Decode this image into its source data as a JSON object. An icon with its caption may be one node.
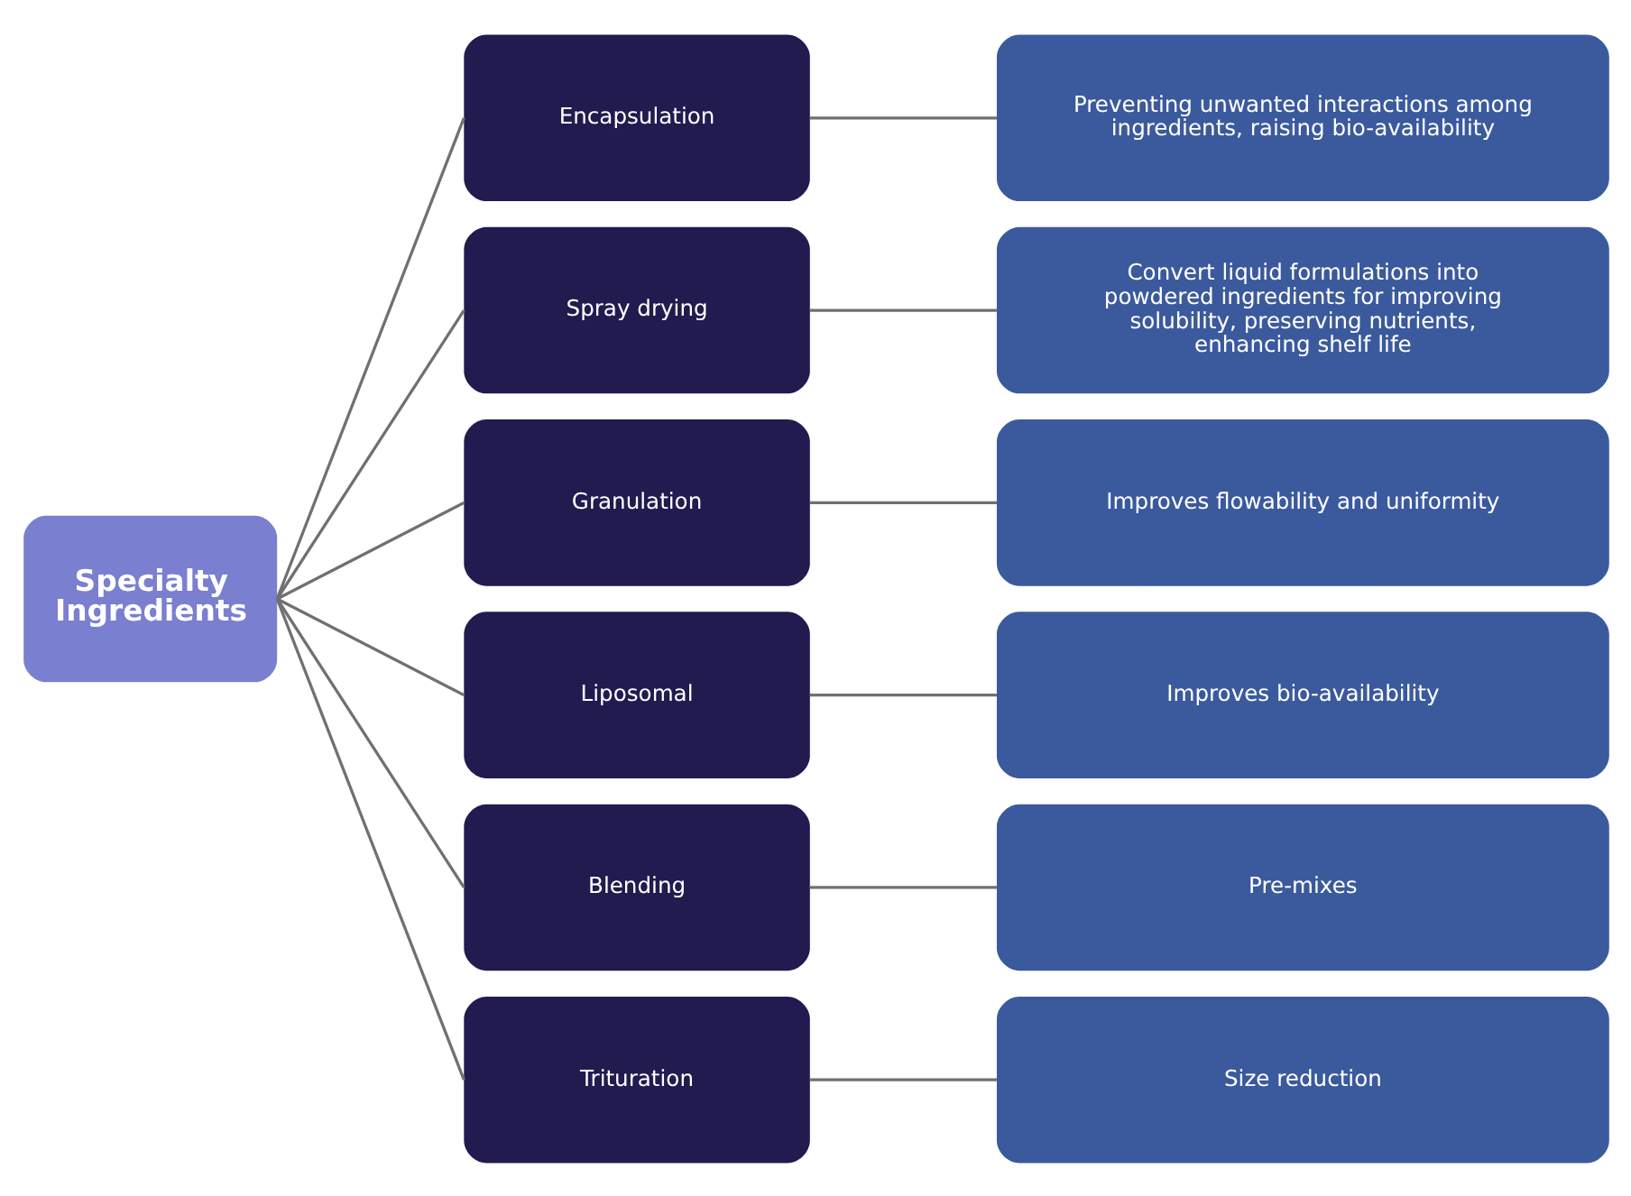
{
  "diagram": {
    "nodes": [
      {
        "text": [
          "Specialty Ingredients"
        ]
      },
      {
        "text": [
          "Encapsulation"
        ]
      },
      {
        "text": [
          "Spray drying"
        ]
      },
      {
        "text": [
          "Granulation"
        ]
      },
      {
        "text": [
          "Liposomal"
        ]
      },
      {
        "text": [
          "Blending"
        ]
      },
      {
        "text": [
          "Trituration"
        ]
      },
      {
        "text": [
          "Preventing unwanted interactions among ingredients, raising bio-availability"
        ]
      },
      {
        "text": [
          "Convert liquid formulations into powdered ingredients for improving solubility, preserving nutrients, enhancing shelf life"
        ]
      },
      {
        "text": [
          "Improves flowability and uniformity"
        ]
      },
      {
        "text": [
          "Improves bio-availability"
        ]
      },
      {
        "text": [
          "Pre-mixes"
        ]
      },
      {
        "text": [
          "Size reduction"
        ]
      }
    ],
    "edges": [
      {
        "from": 0,
        "to": 1,
        "arrow": "none"
      },
      {
        "from": 0,
        "to": 2,
        "arrow": "none"
      },
      {
        "from": 0,
        "to": 3,
        "arrow": "none"
      },
      {
        "from": 0,
        "to": 4,
        "arrow": "none"
      },
      {
        "from": 0,
        "to": 5,
        "arrow": "none"
      },
      {
        "from": 0,
        "to": 6,
        "arrow": "none"
      },
      {
        "from": 1,
        "to": 7,
        "arrow": "none"
      },
      {
        "from": 2,
        "to": 8,
        "arrow": "none"
      },
      {
        "from": 3,
        "to": 9,
        "arrow": "none"
      },
      {
        "from": 4,
        "to": 10,
        "arrow": "none"
      },
      {
        "from": 5,
        "to": 11,
        "arrow": "none"
      },
      {
        "from": 6,
        "to": 12,
        "arrow": "none"
      }
    ]
  }
}
